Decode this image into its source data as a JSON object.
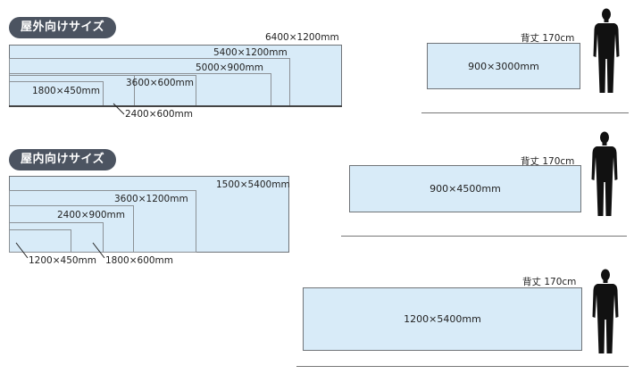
{
  "outdoor": {
    "title": "屋外向けサイズ",
    "sizes": [
      "6400×1200mm",
      "5400×1200mm",
      "5000×900mm",
      "3600×600mm",
      "1800×450mm",
      "2400×600mm"
    ]
  },
  "indoor": {
    "title": "屋内向けサイズ",
    "sizes": [
      "1500×5400mm",
      "3600×1200mm",
      "2400×900mm",
      "1200×450mm",
      "1800×600mm"
    ]
  },
  "comparisons": [
    {
      "height_label": "背丈 170cm",
      "banner": "900×3000mm"
    },
    {
      "height_label": "背丈 170cm",
      "banner": "900×4500mm"
    },
    {
      "height_label": "背丈 170cm",
      "banner": "1200×5400mm"
    }
  ],
  "colors": {
    "pill": "#4c5461",
    "fill": "#d8ebf8",
    "silhouette": "#111111"
  }
}
